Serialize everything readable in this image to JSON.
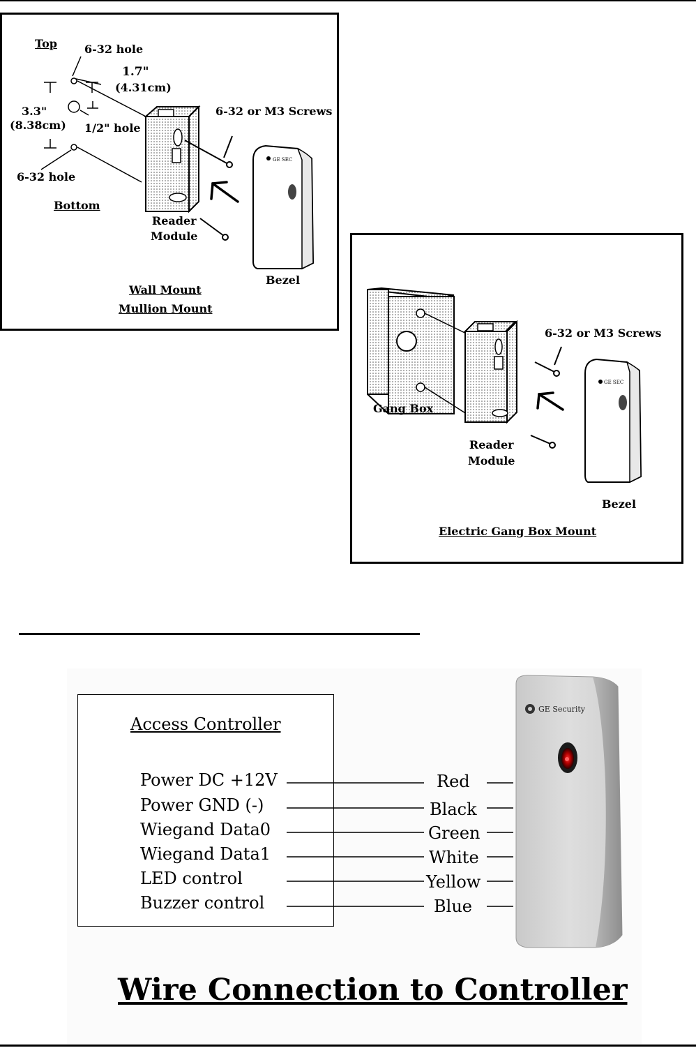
{
  "wall_mount": {
    "top_label": "Top",
    "hole_top_label": "6-32 hole",
    "width_label": "1.7\"",
    "width_cm_label": "(4.31cm)",
    "height_label": "3.3\"",
    "height_cm_label": "(8.38cm)",
    "center_hole_label": "1/2\" hole",
    "hole_bottom_label": "6-32 hole",
    "bottom_label": "Bottom",
    "screws_label": "6-32 or M3 Screws",
    "reader_module_label": "Reader\nModule",
    "bezel_label": "Bezel",
    "caption_line1": "Wall Mount",
    "caption_line2": "Mullion Mount"
  },
  "gang_box_mount": {
    "screws_label": "6-32 or M3 Screws",
    "gang_box_label": "Gang Box",
    "reader_module_label": "Reader\nModule",
    "bezel_label": "Bezel",
    "caption": "Electric Gang Box Mount"
  },
  "wiring": {
    "controller_title": "Access Controller",
    "connections": [
      {
        "signal": "Power DC +12V",
        "wire": "Red"
      },
      {
        "signal": "Power GND (-)",
        "wire": "Black"
      },
      {
        "signal": "Wiegand Data0",
        "wire": "Green"
      },
      {
        "signal": "Wiegand Data1",
        "wire": "White"
      },
      {
        "signal": "LED control",
        "wire": "Yellow"
      },
      {
        "signal": "Buzzer control",
        "wire": "Blue"
      }
    ],
    "reader_brand": "GE Security",
    "title": "Wire Connection to Controller"
  }
}
